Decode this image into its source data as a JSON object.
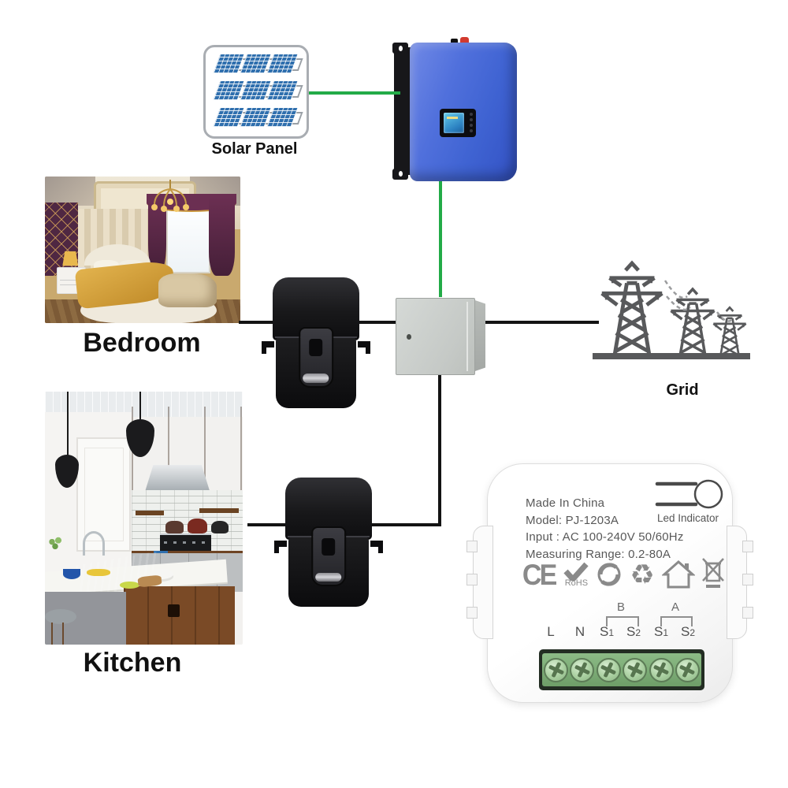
{
  "colors": {
    "accent-green": "#22ab47",
    "wire-black": "#131313",
    "inverter-blue": "#3f63d2",
    "solar-blue": "#2f6fae",
    "grid-gray": "#58595b",
    "terminal-green": "#6e9e68"
  },
  "nodes": {
    "solar_panel": {
      "label": "Solar Panel"
    },
    "bedroom": {
      "label": "Bedroom"
    },
    "kitchen": {
      "label": "Kitchen"
    },
    "grid": {
      "label": "Grid"
    },
    "meter": {
      "line1": "Made In China",
      "line2": "Model: PJ-1203A",
      "line3": "Input : AC 100-240V 50/60Hz",
      "line4": "Measuring Range: 0.2-80A",
      "led_label": "Led Indicator",
      "ce_mark": "CE",
      "rohs_label": "RoHS",
      "recycle_glyph": "♻",
      "group_b": "B",
      "group_a": "A",
      "terminals": [
        {
          "main": "L",
          "sub": ""
        },
        {
          "main": "N",
          "sub": ""
        },
        {
          "main": "S",
          "sub": "1"
        },
        {
          "main": "S",
          "sub": "2"
        },
        {
          "main": "S",
          "sub": "1"
        },
        {
          "main": "S",
          "sub": "2"
        }
      ]
    }
  }
}
